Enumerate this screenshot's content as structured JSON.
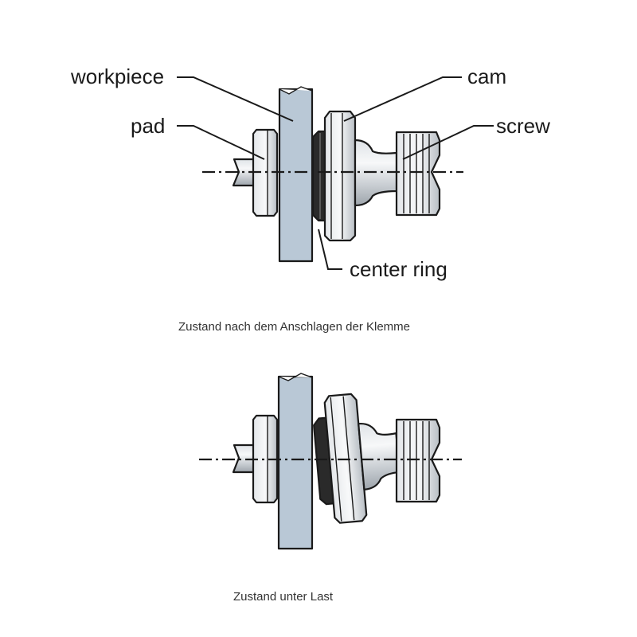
{
  "labels": {
    "workpiece": "workpiece",
    "pad": "pad",
    "cam": "cam",
    "screw": "screw",
    "center_ring": "center ring"
  },
  "captions": {
    "top": "Zustand nach dem Anschlagen der Klemme",
    "bottom": "Zustand unter Last"
  },
  "colors": {
    "workpiece_fill": "#b9c8d6",
    "metal_light": "#f4f6f8",
    "metal_mid": "#c9ced4",
    "metal_dark": "#9aa1a8",
    "line": "#1a1a1a"
  }
}
